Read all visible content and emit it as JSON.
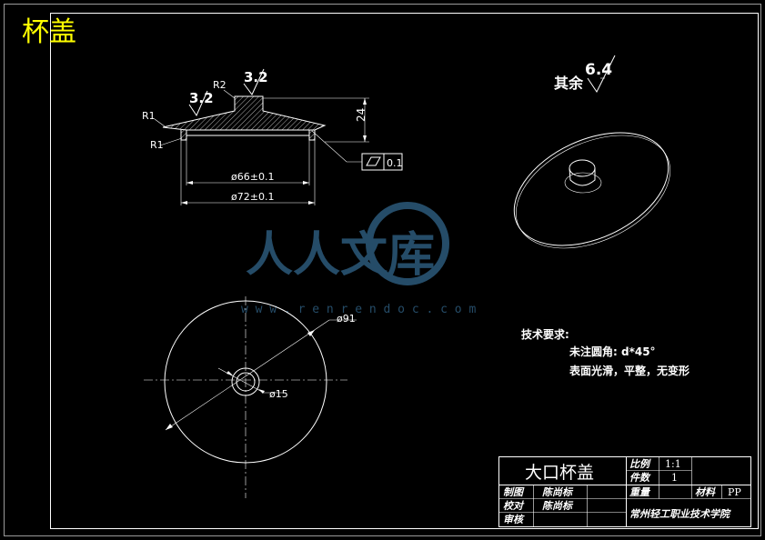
{
  "sheet": {
    "label": "杯盖",
    "label_color": "#ffff00",
    "line_color": "#ffffff",
    "background": "#000000",
    "watermark_color": "#2a5574"
  },
  "watermark": {
    "brand": "人人文库",
    "url": "w w w . r e n r e n d o c . c o m"
  },
  "section_view": {
    "roughness_top": "3.2",
    "roughness_side": "3.2",
    "radius_top": "R2",
    "radius_outer": "R1",
    "radius_inner": "R1",
    "height": "24",
    "inner_diameter": "ø66±0.1",
    "outer_diameter": "ø72±0.1",
    "flatness_symbol": "▱",
    "flatness_value": "0.1"
  },
  "roughness_other": {
    "label": "其余",
    "value": "6.4"
  },
  "plan_view": {
    "outer_diameter": "ø91",
    "knob_diameter": "ø15"
  },
  "tech_requirements": {
    "title": "技术要求:",
    "line1": "未注圆角: d*45°",
    "line2": "表面光滑，平整，无变形"
  },
  "title_block": {
    "part_name": "大口杯盖",
    "scale_label": "比例",
    "scale_value": "1:1",
    "qty_label": "件数",
    "qty_value": "1",
    "drawn_label": "制图",
    "drawn_name": "陈尚标",
    "weight_label": "重量",
    "material_label": "材料",
    "material_value": "PP",
    "checked_label": "校对",
    "checked_name": "陈尚标",
    "approved_label": "审核",
    "school": "常州轻工职业技术学院"
  }
}
